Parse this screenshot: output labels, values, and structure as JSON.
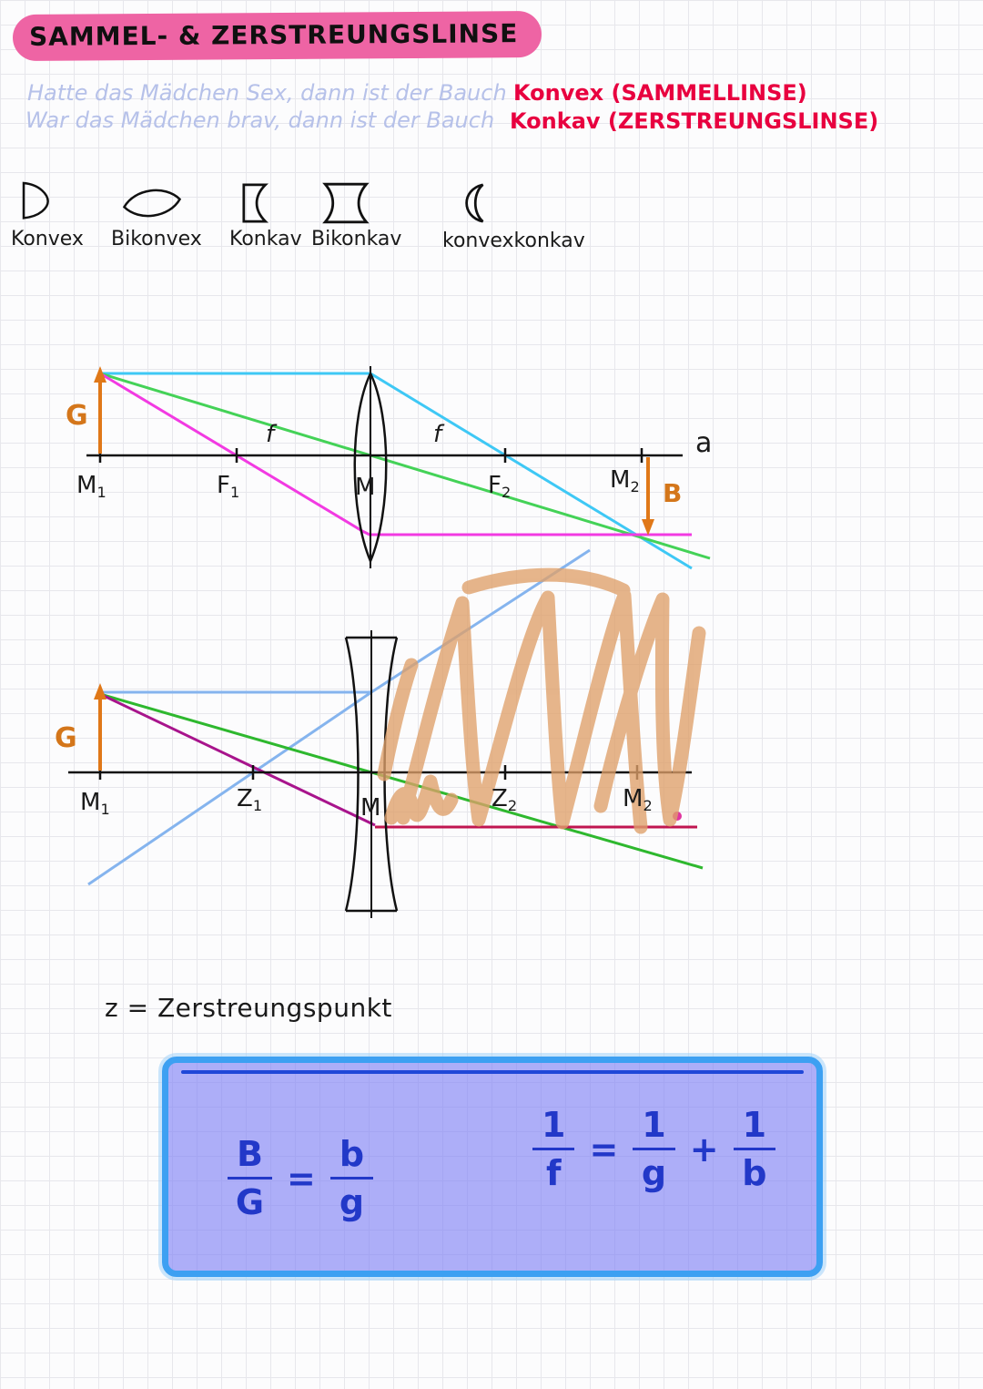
{
  "page": {
    "title": "SAMMEL- & ZERSTREUNGSLINSE"
  },
  "mnemonic": {
    "line1_faint": "Hatte das Mädchen Sex, dann ist der Bauch",
    "line1_red": "Konvex (SAMMELLINSE)",
    "line2_faint": "War das Mädchen brav, dann ist der Bauch",
    "line2_red": "Konkav (ZERSTREUNGSLINSE)"
  },
  "lens_types": [
    {
      "label": "Konvex"
    },
    {
      "label": "Bikonvex"
    },
    {
      "label": "Konkav"
    },
    {
      "label": "Bikonkav"
    },
    {
      "label": "konvexkonkav"
    }
  ],
  "diagram1": {
    "object_label": "G",
    "image_label": "B",
    "axis_label": "a",
    "focal_left": "f",
    "focal_right": "f",
    "points": {
      "m1": {
        "base": "M",
        "sub": "1"
      },
      "f1": {
        "base": "F",
        "sub": "1"
      },
      "center": "M",
      "f2": {
        "base": "F",
        "sub": "2"
      },
      "m2": {
        "base": "M",
        "sub": "2"
      }
    }
  },
  "diagram2": {
    "object_label": "G",
    "points": {
      "m1": {
        "base": "M",
        "sub": "1"
      },
      "z1": {
        "base": "Z",
        "sub": "1"
      },
      "center": "M",
      "z2": {
        "base": "Z",
        "sub": "2"
      },
      "m2": {
        "base": "M",
        "sub": "2"
      }
    }
  },
  "note": "z = Zerstreungspunkt",
  "formula_box": {
    "magnification": {
      "num1": "B",
      "den1": "G",
      "eq": "=",
      "num2": "b",
      "den2": "g"
    },
    "lens_equation": {
      "num1": "1",
      "den1": "f",
      "eq": "=",
      "num2": "1",
      "den2": "g",
      "plus": "+",
      "num3": "1",
      "den3": "b"
    }
  },
  "colors": {
    "highlight_pink": "#ee64a4",
    "note_red": "#e8003f",
    "faint_blue": "#b6c1e9",
    "object_orange": "#e07818",
    "ray_cyan": "#3ec8f5",
    "ray_green": "#44d257",
    "ray_magenta": "#f23ae2",
    "ray_light_blue": "#85b4ee",
    "ray_dark_green": "#2eb82e",
    "ray_purple": "#a8148c",
    "ray_dark_red": "#c01550",
    "marker_tan": "#dfa06a",
    "box_fill": "#7c7ef5",
    "box_border": "#3da0f2",
    "formula_ink": "#2238c8"
  }
}
